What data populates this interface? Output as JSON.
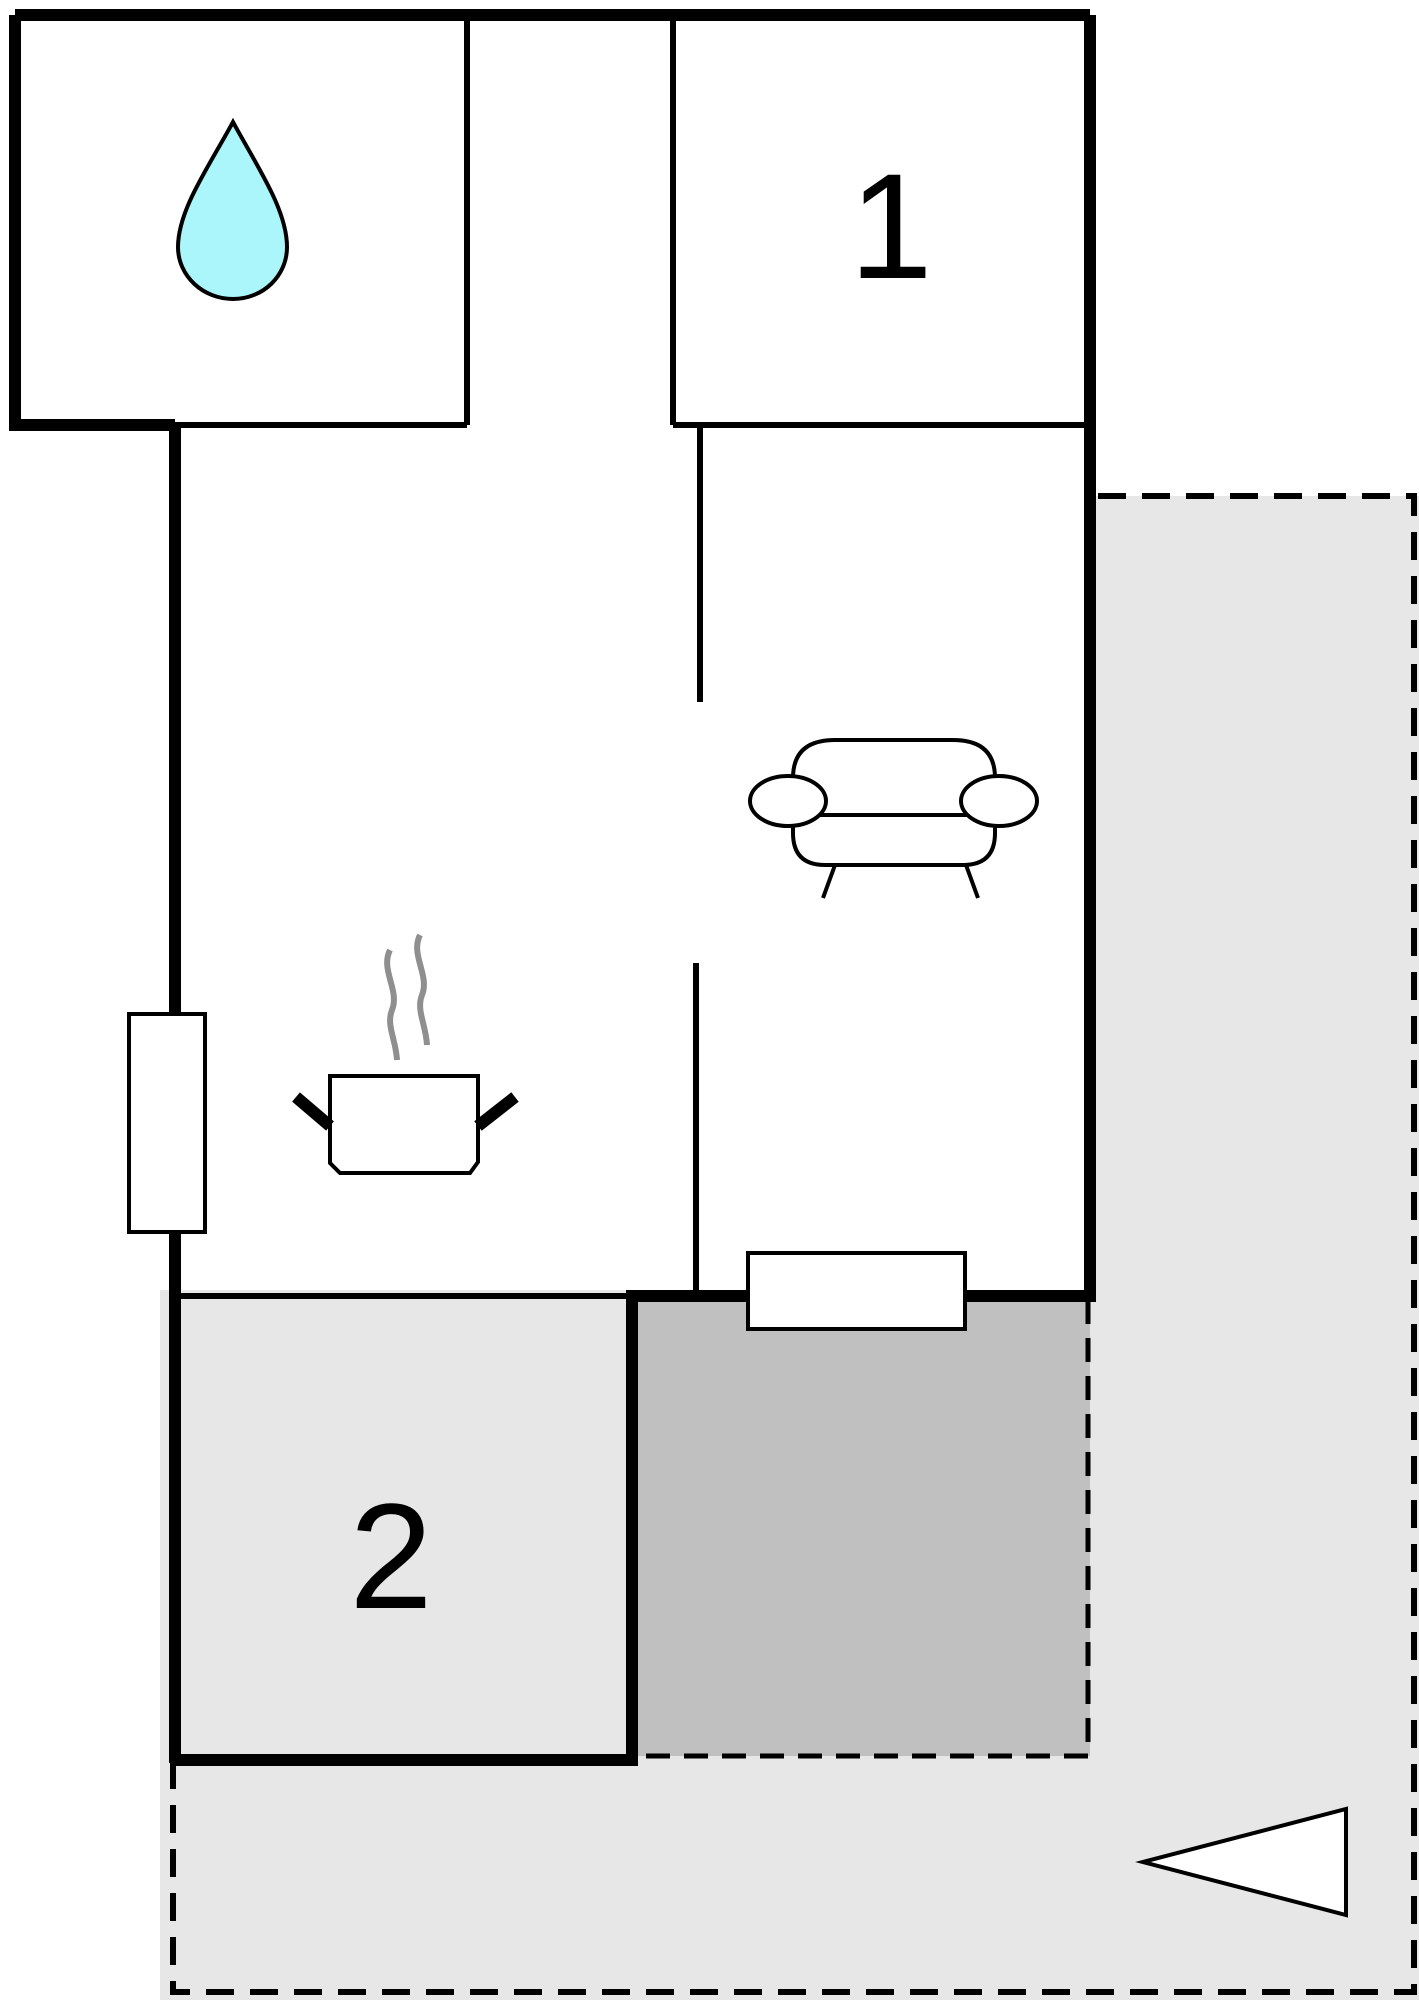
{
  "rooms": {
    "bedroom_1": {
      "label": "1"
    },
    "bedroom_2": {
      "label": "2"
    }
  },
  "symbols": [
    {
      "room": "bathroom",
      "icon": "water-drop-icon"
    },
    {
      "room": "living-room",
      "icon": "sofa-icon"
    },
    {
      "room": "kitchen",
      "icon": "cooking-pot-icon"
    },
    {
      "room": "outdoor",
      "icon": "entrance-triangle-icon"
    }
  ],
  "colors": {
    "wall": "#000000",
    "water": "#aaf6fb",
    "terrace": "#bfc0bf",
    "outdoor": "#e6e7e6",
    "steam": "#8f8f8f"
  }
}
